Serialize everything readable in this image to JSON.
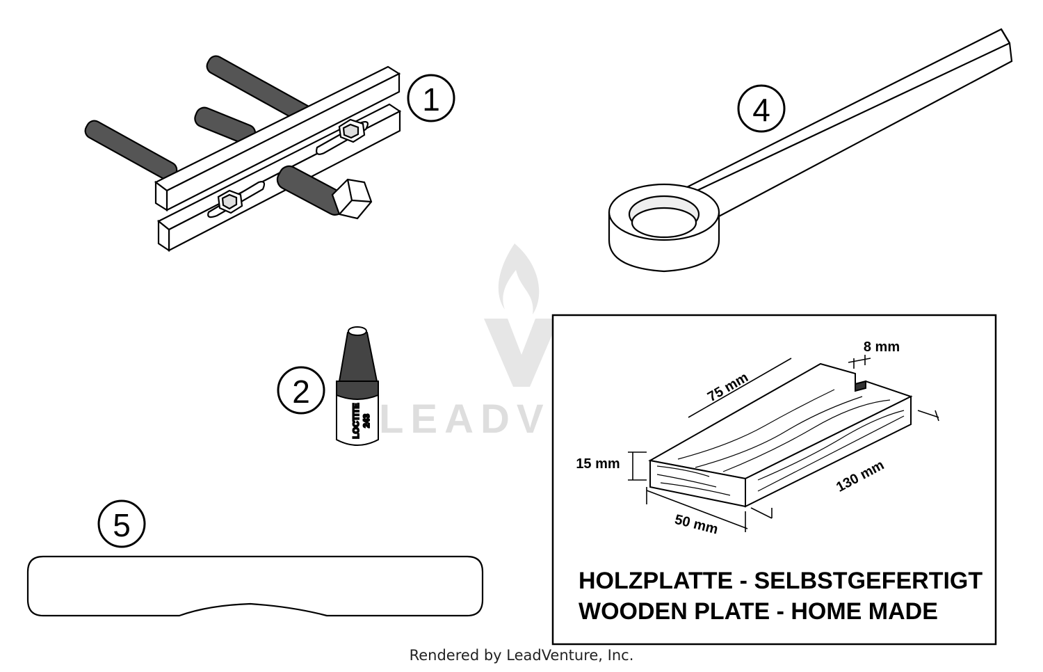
{
  "watermark": {
    "text": "LEADVENTURE",
    "color": "#dedede",
    "logo_icon": "flame-v-logo-icon"
  },
  "items": [
    {
      "callout": "1",
      "name": "puller",
      "icon": "puller-tool-icon"
    },
    {
      "callout": "2",
      "name": "thread locker",
      "label_line1": "LOCTITE",
      "label_line2": "243",
      "icon": "loctite-bottle-icon"
    },
    {
      "callout": "4",
      "name": "ring wrench",
      "icon": "ring-wrench-icon"
    },
    {
      "callout": "5",
      "name": "flat bar",
      "icon": "flat-bar-icon"
    }
  ],
  "wooden_plate": {
    "dimensions": {
      "length_75": "75 mm",
      "slot_8": "8 mm",
      "height_15": "15 mm",
      "length_130": "130 mm",
      "width_50": "50 mm"
    },
    "caption_de": "HOLZPLATTE - SELBSTGEFERTIGT",
    "caption_en": "WOODEN PLATE - HOME MADE"
  },
  "footer": "Rendered by LeadVenture, Inc."
}
